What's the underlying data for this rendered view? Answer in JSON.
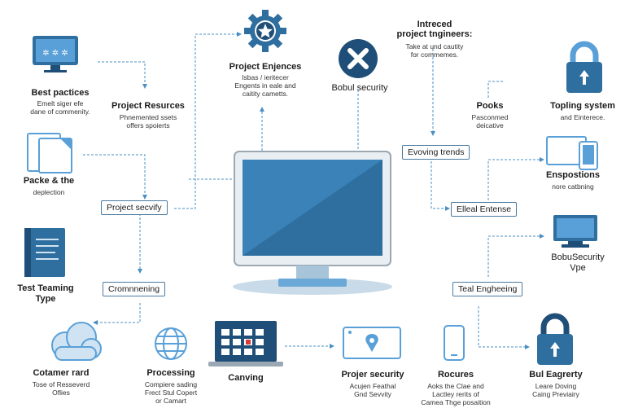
{
  "labels": {
    "best_practices": {
      "title": "Best pactices",
      "sub": "Emelt siger efe\ndane of commenity."
    },
    "project_resources": {
      "title": "Project Resurces",
      "sub": "Phnemented ssets\noffers spoierts"
    },
    "project_enjences": {
      "title": "Project Enjences",
      "sub": "Isbas / ieritecer\nEngents in eale and\ncaitity cametts."
    },
    "bobul_security": {
      "title": "Bobul security"
    },
    "intereed": {
      "title": "Intreced\nproject tngineers:",
      "sub": "Take at und cautity\nfor commemes."
    },
    "pooks": {
      "title": "Pooks",
      "sub": "Pasconmed\ndeicative"
    },
    "topling_system": {
      "title": "Topling system",
      "sub": "and Einterece."
    },
    "packe": {
      "title": "Packe & the",
      "sub": "deplection"
    },
    "enspostions": {
      "title": "Enspostions",
      "sub": "nore catbning"
    },
    "bobusecurity": {
      "title": "BobuSecurity\nVpe"
    },
    "test_teaming": {
      "title": "Test Teaming\nType"
    },
    "cotamer": {
      "title": "Cotamer rard",
      "sub": "Tose of Resseverd\nOflies"
    },
    "processing": {
      "title": "Processing",
      "sub": "Compiere sading\nFrect Stul Copert\nor Camart"
    },
    "canving": {
      "title": "Canving"
    },
    "projer_security": {
      "title": "Projer security",
      "sub": "Acujen Feathal\nGnd Sevvity"
    },
    "rocures": {
      "title": "Rocures",
      "sub": "Aoks the Clae and\nLactley rerits of\nCamea Thge posaition"
    },
    "bul_eagrerty": {
      "title": "Bul Eagrerty",
      "sub": "Leare Doving\nCaing Previairy"
    }
  },
  "boxes": {
    "project_secvity": "Project secvify",
    "cromnnening": "Cromnnening",
    "evoving_trends": "Evoving trends",
    "elleal_entense": "Elleal Entense",
    "teal_engheeing": "Teal Engheeing"
  },
  "icons": {
    "monitor": "monitor-icon",
    "gear": "gear-star-icon",
    "close": "close-x-icon",
    "lock": "padlock-icon",
    "cloud": "cloud-icon",
    "globe": "globe-icon",
    "calendar": "calendar-laptop-icon",
    "document": "document-icon",
    "phone": "smartphone-icon"
  },
  "colors": {
    "primary": "#2f6f9f",
    "dark": "#1f4f78",
    "light": "#6aa8d8",
    "line": "#4a8fc4"
  }
}
